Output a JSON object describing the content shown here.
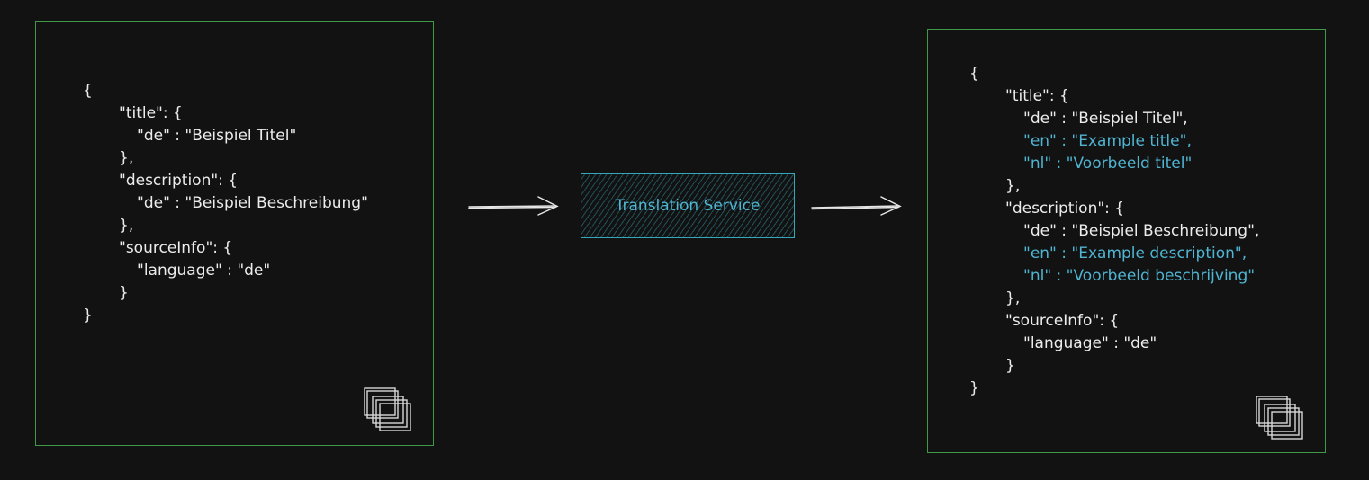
{
  "source": {
    "lines": [
      {
        "text": "{",
        "indent": 0
      },
      {
        "text": "\"title\": {",
        "indent": 1
      },
      {
        "text": "\"de\" : \"Beispiel Titel\"",
        "indent": 2
      },
      {
        "text": "},",
        "indent": 1
      },
      {
        "text": "\"description\": {",
        "indent": 1
      },
      {
        "text": "\"de\" : \"Beispiel Beschreibung\"",
        "indent": 2
      },
      {
        "text": "},",
        "indent": 1
      },
      {
        "text": "\"sourceInfo\": {",
        "indent": 1
      },
      {
        "text": "\"language\" : \"de\"",
        "indent": 2
      },
      {
        "text": "}",
        "indent": 1
      },
      {
        "text": "}",
        "indent": 0
      }
    ]
  },
  "service": {
    "label": "Translation Service"
  },
  "result": {
    "lines": [
      {
        "text": "{",
        "indent": 0,
        "highlight": false
      },
      {
        "text": "\"title\": {",
        "indent": 1,
        "highlight": false
      },
      {
        "text": "\"de\" : \"Beispiel Titel\",",
        "indent": 2,
        "highlight": false
      },
      {
        "text": "\"en\" : \"Example title\",",
        "indent": 2,
        "highlight": true
      },
      {
        "text": "\"nl\" : \"Voorbeeld titel\"",
        "indent": 2,
        "highlight": true
      },
      {
        "text": "},",
        "indent": 1,
        "highlight": false
      },
      {
        "text": "\"description\": {",
        "indent": 1,
        "highlight": false
      },
      {
        "text": "\"de\" : \"Beispiel Beschreibung\",",
        "indent": 2,
        "highlight": false
      },
      {
        "text": "\"en\" : \"Example description\",",
        "indent": 2,
        "highlight": true
      },
      {
        "text": "\"nl\" : \"Voorbeeld beschrijving\"",
        "indent": 2,
        "highlight": true
      },
      {
        "text": "},",
        "indent": 1,
        "highlight": false
      },
      {
        "text": "\"sourceInfo\": {",
        "indent": 1,
        "highlight": false
      },
      {
        "text": "\"language\" : \"de\"",
        "indent": 2,
        "highlight": false
      },
      {
        "text": "}",
        "indent": 1,
        "highlight": false
      },
      {
        "text": "}",
        "indent": 0,
        "highlight": false
      }
    ]
  },
  "colors": {
    "panel_border": "#3f9a45",
    "service_accent": "#35a7b8",
    "highlight_text": "#4fb5d2",
    "text": "#ececec",
    "background": "#121212"
  },
  "icons": {
    "stack": "stacked-frames-icon",
    "arrow": "arrow-right-icon"
  }
}
